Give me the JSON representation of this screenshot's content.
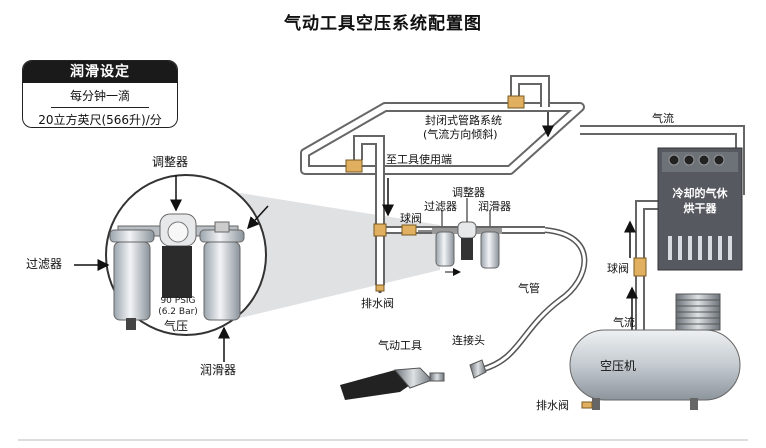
{
  "title": "气动工具空压系统配置图",
  "lubrication_box": {
    "header": "润滑设定",
    "line1": "每分钟一滴",
    "line2": "20立方英尺(566升)/分"
  },
  "zoom": {
    "regulator": "调整器",
    "filter": "过滤器",
    "lubricator": "润滑器",
    "pressure_value": "90 PSIG",
    "pressure_bar": "(6.2 Bar)",
    "pressure_label": "气压"
  },
  "piping": {
    "closed_loop_line1": "封闭式管路系统",
    "closed_loop_line2": "(气流方向倾斜)",
    "to_tool_end": "至工具使用端",
    "airflow_top": "气流",
    "airflow_right": "气流"
  },
  "frl_small": {
    "ball_valve": "球阀",
    "filter": "过滤器",
    "regulator": "调整器",
    "lubricator": "润滑器",
    "drain_valve": "排水阀"
  },
  "tool": {
    "hose": "气管",
    "connector": "连接头",
    "air_tool": "气动工具"
  },
  "dryer": {
    "line1": "冷却的气休",
    "line2": "烘干器"
  },
  "compressor": {
    "ball_valve": "球阀",
    "label": "空压机",
    "drain_valve": "排水阀"
  },
  "colors": {
    "pipe_fill": "#ffffff",
    "pipe_stroke": "#555555",
    "dryer_body": "#565a60",
    "tank": "#c9ced4",
    "valve": "#e0b060"
  }
}
